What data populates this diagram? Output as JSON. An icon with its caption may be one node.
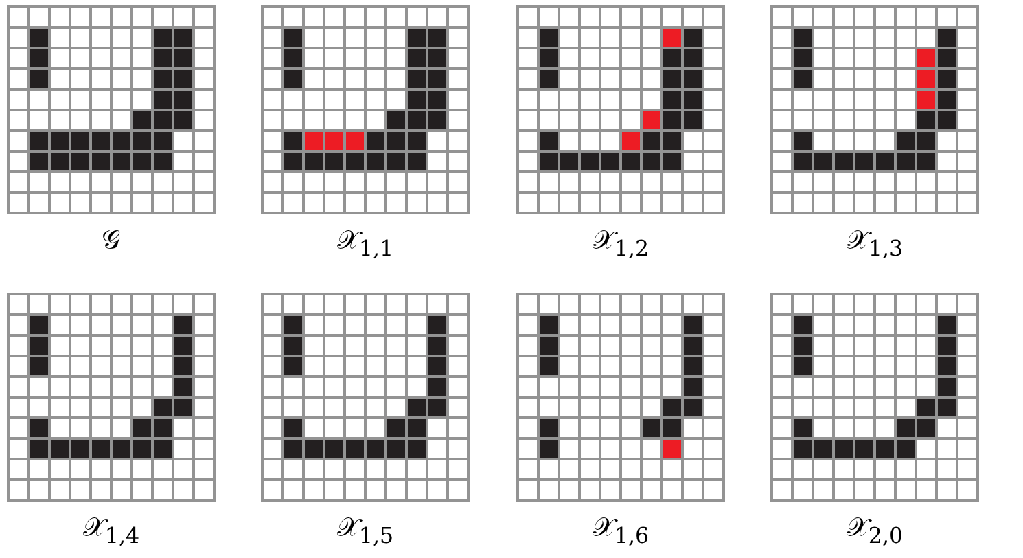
{
  "diagram": {
    "labels": [
      "𝒢",
      "𝒳$_{1,1}$",
      "𝒳$_{1,2}$",
      "𝒳$_{1,3}$",
      "𝒳$_{1,4}$",
      "𝒳$_{1,5}$",
      "𝒳$_{1,6}$",
      "𝒳$_{2,0}$"
    ]
  }
}
